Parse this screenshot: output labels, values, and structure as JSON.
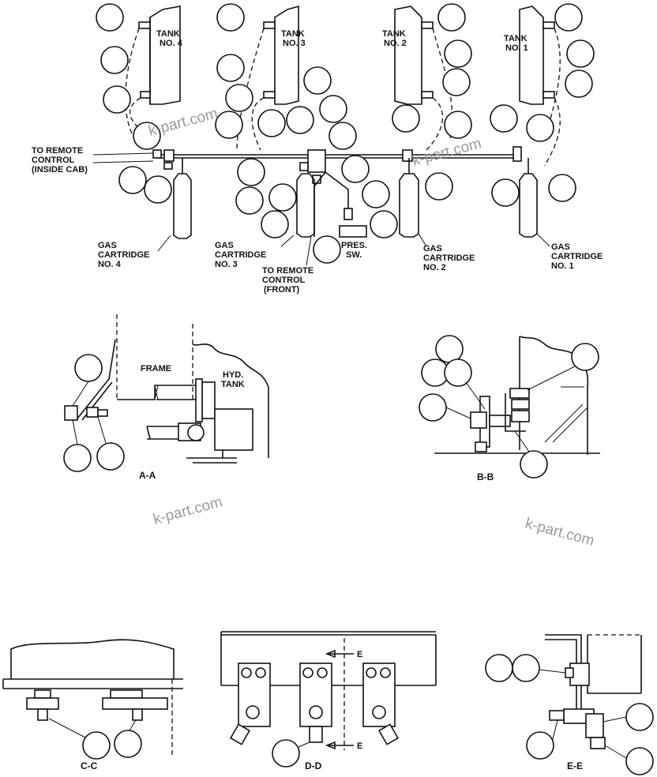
{
  "labels": {
    "tank4": [
      "TANK",
      "NO. 4"
    ],
    "tank3": [
      "TANK",
      "NO. 3"
    ],
    "tank2": [
      "TANK",
      "NO. 2"
    ],
    "tank1": [
      "TANK",
      "NO. 1"
    ],
    "remote_cab": [
      "TO REMOTE",
      "CONTROL",
      "(INSIDE CAB)"
    ],
    "cart4": [
      "GAS",
      "CARTRIDGE",
      "NO. 4"
    ],
    "cart3": [
      "GAS",
      "CARTRIDGE",
      "NO. 3"
    ],
    "cart2": [
      "GAS",
      "CARTRIDGE",
      "NO. 2"
    ],
    "cart1": [
      "GAS",
      "CARTRIDGE",
      "NO. 1"
    ],
    "remote_front": [
      "TO REMOTE",
      "CONTROL",
      "(FRONT)"
    ],
    "pres_sw": [
      "PRES.",
      "SW."
    ],
    "frame": "FRAME",
    "hyd_tank": [
      "HYD.",
      "TANK"
    ],
    "arrow_e": "E"
  },
  "sections": {
    "aa": "A-A",
    "bb": "B-B",
    "cc": "C-C",
    "dd": "D-D",
    "ee": "E-E"
  },
  "watermarks": [
    "k-part.com",
    "k-part.com",
    "k-part.com",
    "k-part.com"
  ]
}
